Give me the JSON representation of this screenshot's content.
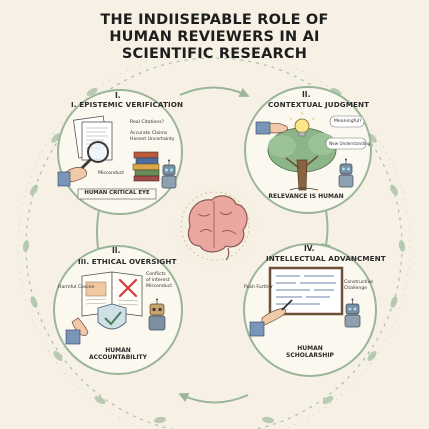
{
  "title": {
    "line1": "THE INDIISEPABLE ROLE OF",
    "line2": "HUMAN REVIEWERS IN AI",
    "line3": "SCIENTIFIC RESEARCH"
  },
  "sections": {
    "s1": {
      "number": "I.",
      "title": "I. EPISTEMIC VERIFICATION",
      "notes": [
        "Real Citations?",
        "Accurate Claims",
        "Honest Uncertainty",
        "Misconduct"
      ],
      "caption": "HUMAN CRITICAL EYE"
    },
    "s2": {
      "number": "II.",
      "title": "CONTEXTUAL JUDGMENT",
      "notes": [
        "Meaningful?",
        "New Understanding"
      ],
      "caption": "RELEVANCE IS HUMAN"
    },
    "s3": {
      "number": "II.",
      "title": "III. ETHICAL OVERSIGHT",
      "notes": [
        "Conflicts",
        "of interest",
        "Misconduct",
        "Harmful Coscen"
      ],
      "caption_line1": "HUMAN",
      "caption_line2": "ACCOUNTABILITY"
    },
    "s4": {
      "number": "IV.",
      "title": "INTELLECTUAL ADVANCMENT",
      "notes": [
        "Push Further",
        "Constructive",
        "Challenge"
      ],
      "caption_line1": "HUMAN",
      "caption_line2": "SCHOLARSHIP"
    }
  },
  "colors": {
    "background": "#f6f1e4",
    "circle_fill": "#fbf8ef",
    "sage": "#9bb59a",
    "ink": "#2b2b2b",
    "brain": "#e9a7a0",
    "robot": "#7b8fa0",
    "skin": "#f0c9a8",
    "sleeve": "#7a95b8"
  }
}
